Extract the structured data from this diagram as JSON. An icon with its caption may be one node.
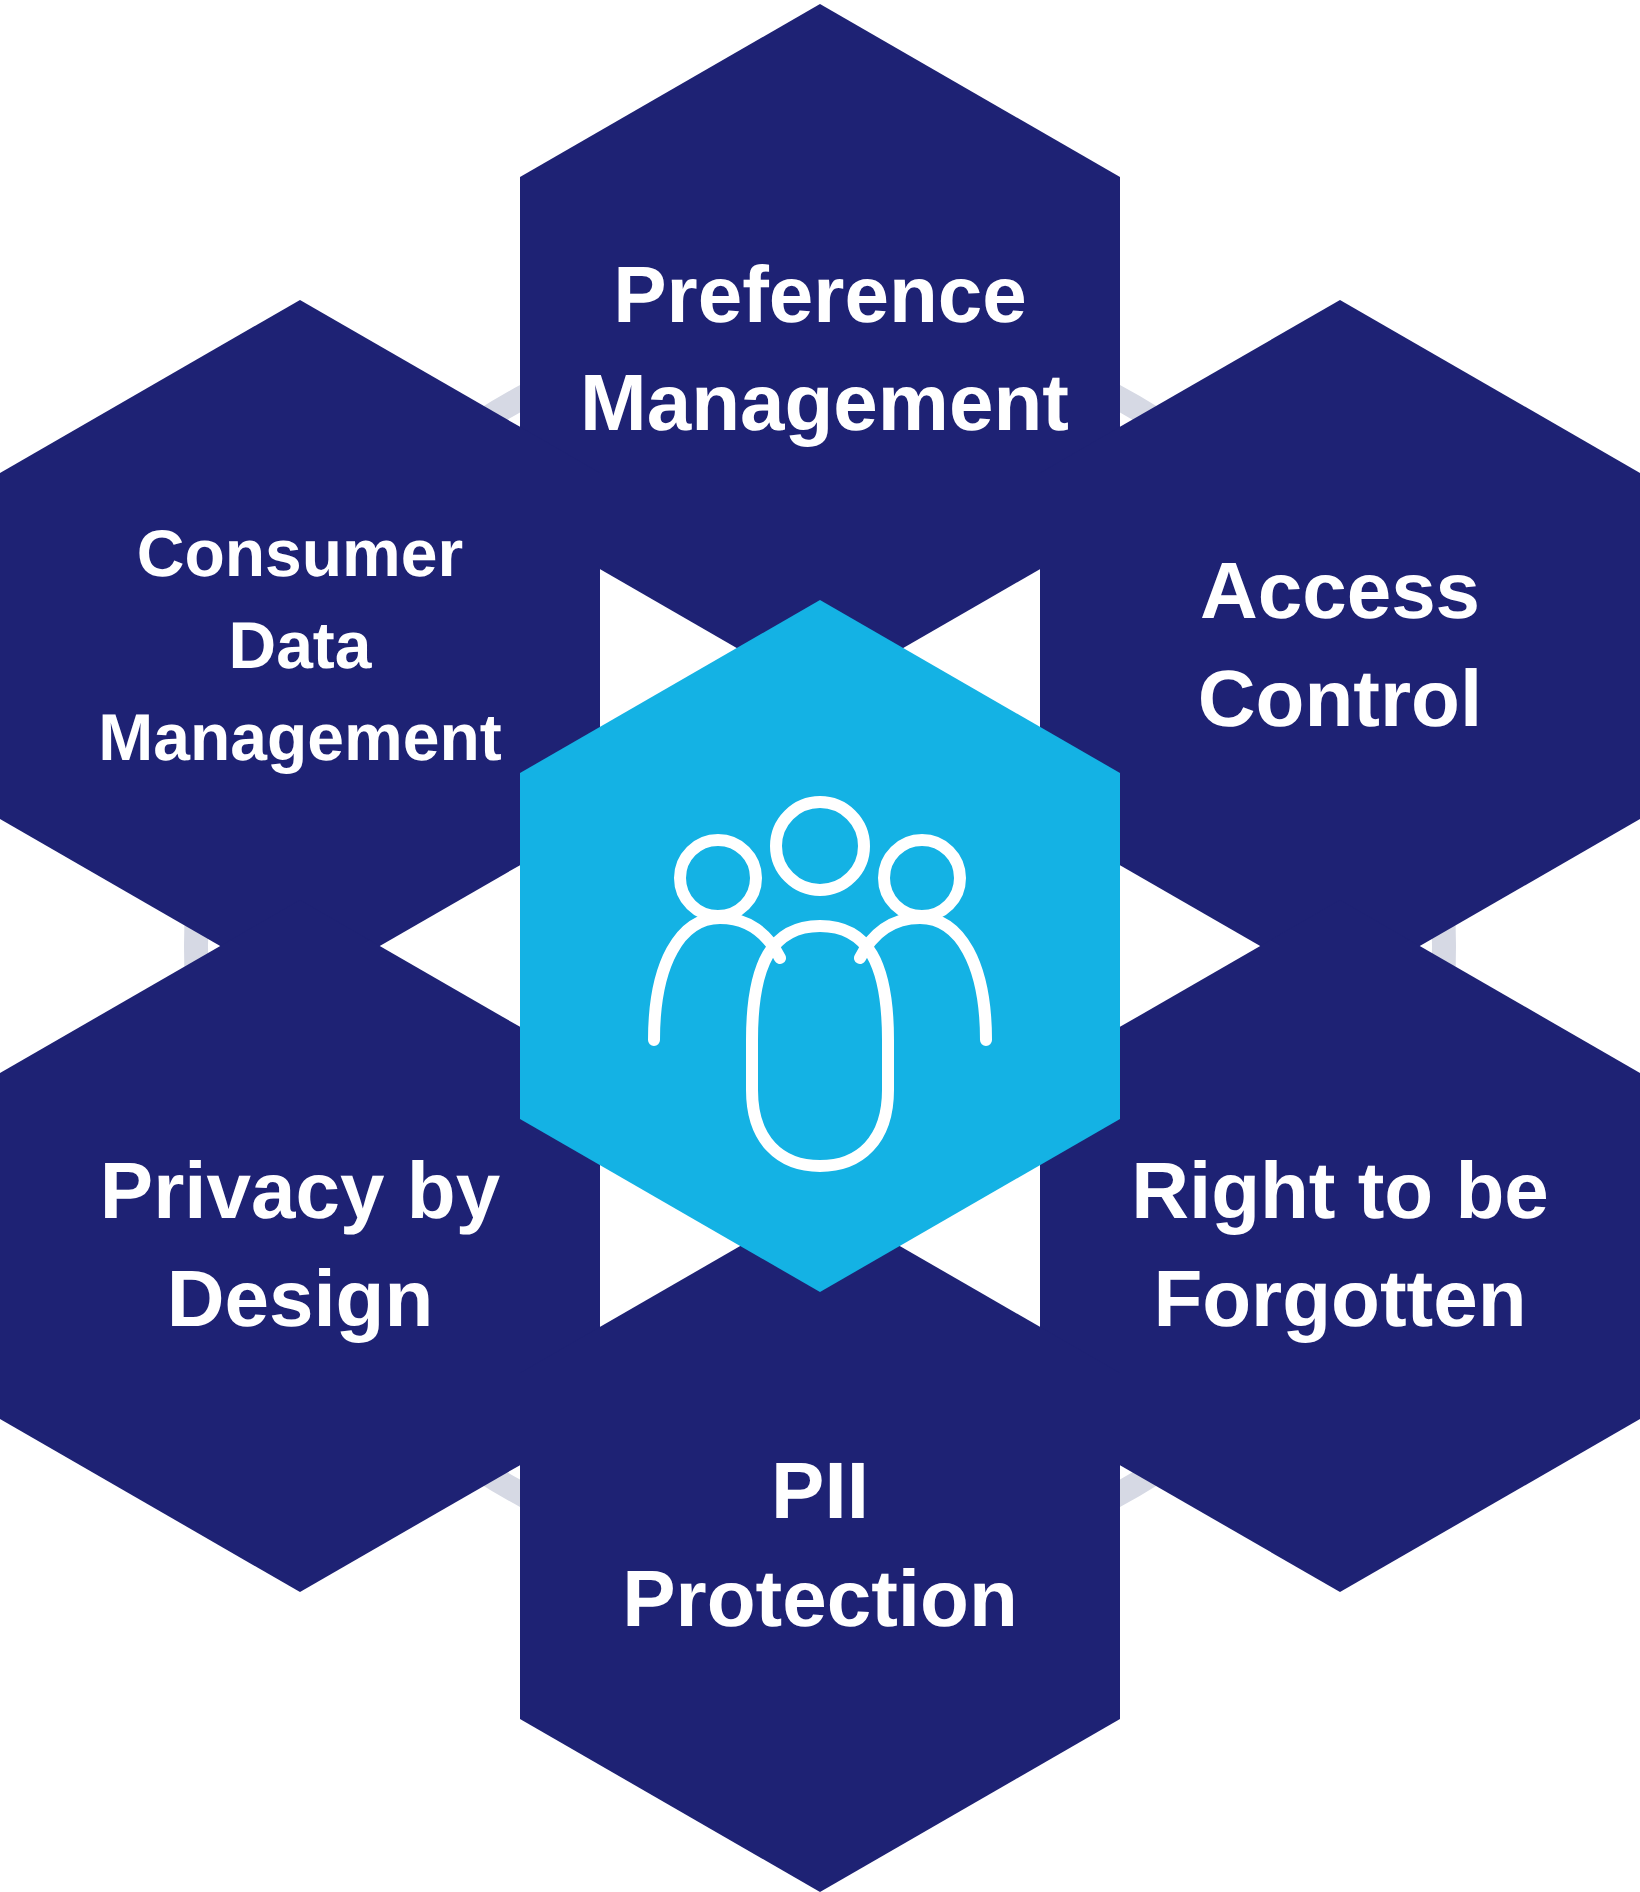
{
  "diagram": {
    "nodes": [
      {
        "text": [
          "Preference Management"
        ]
      },
      {
        "text": [
          "Consumer Data Management"
        ]
      },
      {
        "text": [
          "Access Control"
        ]
      },
      {
        "text": [],
        "shape": "hexagon"
      },
      {
        "text": [
          "Privacy by Design"
        ]
      },
      {
        "text": [
          "Right to be Forgotten"
        ]
      },
      {
        "text": [
          "PII Protection"
        ]
      }
    ]
  }
}
